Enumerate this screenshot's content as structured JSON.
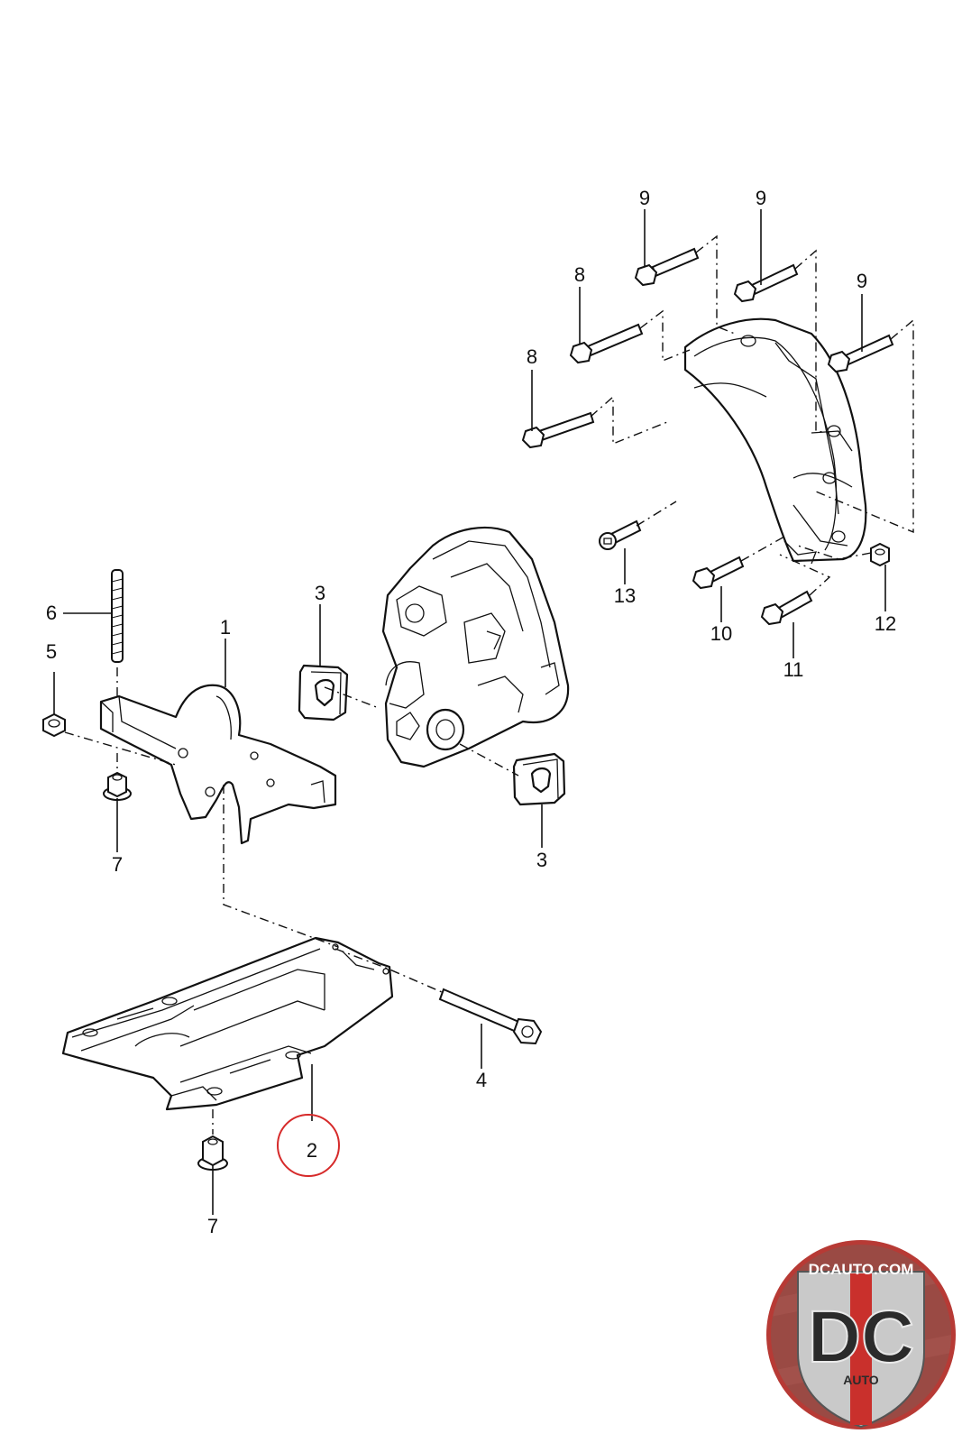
{
  "diagram": {
    "callouts": {
      "c1": "1",
      "c2": "2",
      "c3a": "3",
      "c3b": "3",
      "c4": "4",
      "c5": "5",
      "c6": "6",
      "c7a": "7",
      "c7b": "7",
      "c8a": "8",
      "c8b": "8",
      "c9a": "9",
      "c9b": "9",
      "c9c": "9",
      "c10": "10",
      "c11": "11",
      "c12": "12",
      "c13": "13"
    },
    "highlight_color": "#d62a2a"
  },
  "logo": {
    "url_text": "DCAUTO.COM",
    "initials": "DC",
    "sub_text": "AUTO",
    "colors": {
      "ring": "#b73a35",
      "badge": "#c9c9c9",
      "stripe": "#c9302c"
    }
  }
}
